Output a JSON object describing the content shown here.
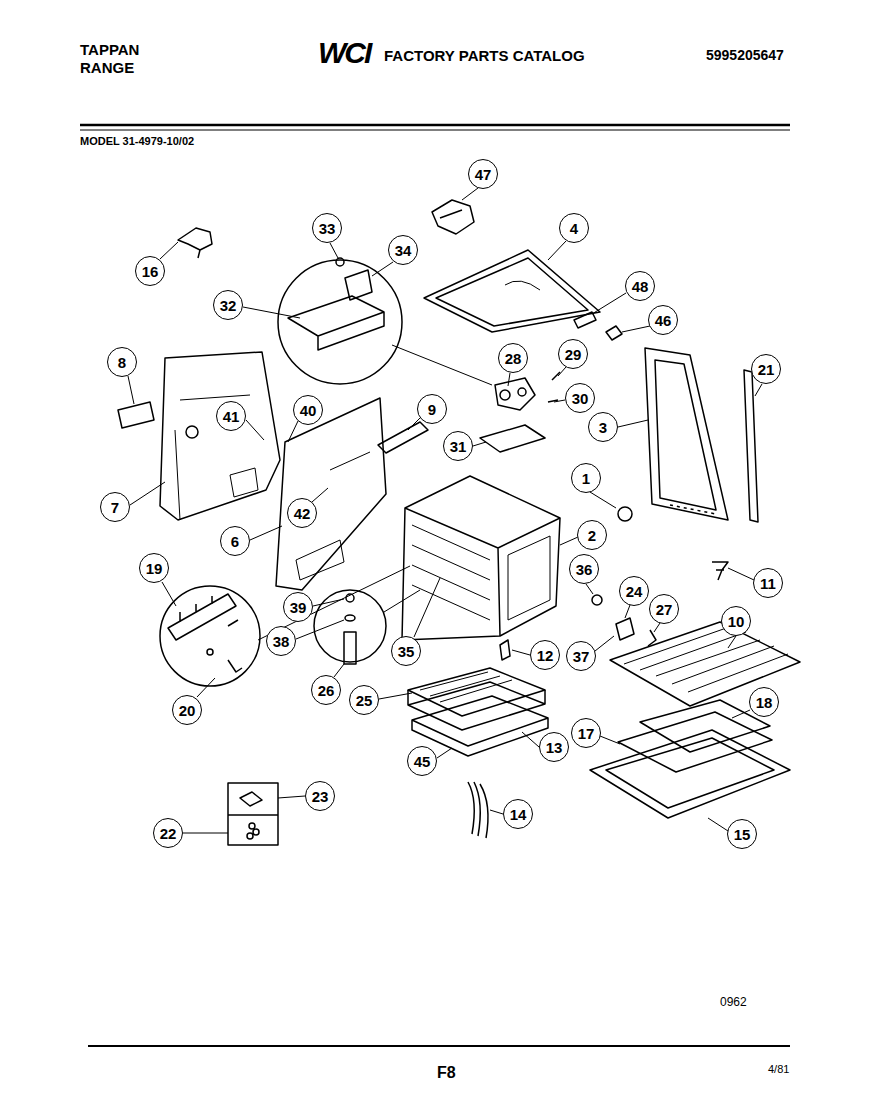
{
  "diagram": {
    "nodes": [
      {
        "text": [
          "47"
        ]
      },
      {
        "text": [
          "16"
        ]
      },
      {
        "text": [
          "33"
        ]
      },
      {
        "text": [
          "34"
        ]
      },
      {
        "text": [
          "4"
        ]
      },
      {
        "text": [
          "32"
        ]
      },
      {
        "text": [
          "48"
        ]
      },
      {
        "text": [
          "46"
        ]
      },
      {
        "text": [
          "8"
        ]
      },
      {
        "text": [
          "28"
        ]
      },
      {
        "text": [
          "29"
        ]
      },
      {
        "text": [
          "21"
        ]
      },
      {
        "text": [
          "30"
        ]
      },
      {
        "text": [
          "41"
        ]
      },
      {
        "text": [
          "40"
        ]
      },
      {
        "text": [
          "9"
        ]
      },
      {
        "text": [
          "31"
        ]
      },
      {
        "text": [
          "3"
        ]
      },
      {
        "text": [
          "1"
        ]
      },
      {
        "text": [
          "7"
        ]
      },
      {
        "text": [
          "42"
        ]
      },
      {
        "text": [
          "2"
        ]
      },
      {
        "text": [
          "6"
        ]
      },
      {
        "text": [
          "19"
        ]
      },
      {
        "text": [
          "36"
        ]
      },
      {
        "text": [
          "11"
        ]
      },
      {
        "text": [
          "24"
        ]
      },
      {
        "text": [
          "27"
        ]
      },
      {
        "text": [
          "39"
        ]
      },
      {
        "text": [
          "10"
        ]
      },
      {
        "text": [
          "38"
        ]
      },
      {
        "text": [
          "35"
        ]
      },
      {
        "text": [
          "12"
        ]
      },
      {
        "text": [
          "37"
        ]
      },
      {
        "text": [
          "26"
        ]
      },
      {
        "text": [
          "25"
        ]
      },
      {
        "text": [
          "18"
        ]
      },
      {
        "text": [
          "17"
        ]
      },
      {
        "text": [
          "20"
        ]
      },
      {
        "text": [
          "45"
        ]
      },
      {
        "text": [
          "13"
        ]
      },
      {
        "text": [
          "23"
        ]
      },
      {
        "text": [
          "22"
        ]
      },
      {
        "text": [
          "14"
        ]
      },
      {
        "text": [
          "15"
        ]
      }
    ],
    "labels": [
      "TAPPAN",
      "RANGE",
      "WCI",
      "FACTORY PARTS CATALOG",
      "5995205647",
      "MODEL 31-4979-10/02",
      "0962",
      "F8",
      "4/81"
    ]
  }
}
